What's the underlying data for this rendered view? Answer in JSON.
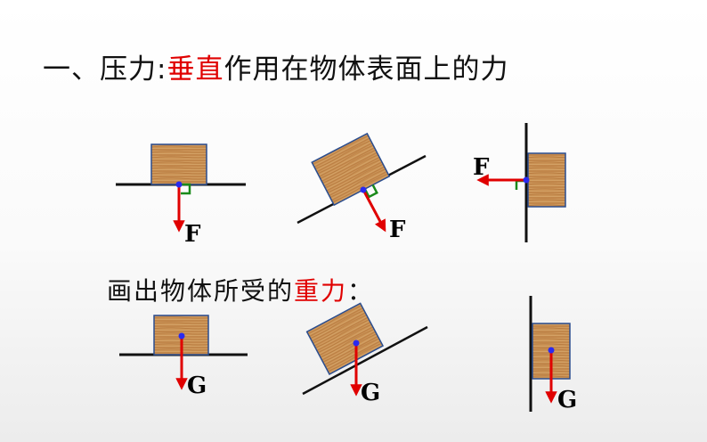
{
  "heading": {
    "prefix": "一、压力:",
    "highlight": "垂直",
    "suffix": "作用在物体表面上的力",
    "highlight_color": "#e00000"
  },
  "subheading": {
    "prefix": "画出物体所受的",
    "highlight": "重力",
    "suffix": "："
  },
  "force_labels": {
    "pressure": "F",
    "gravity": "G"
  },
  "colors": {
    "arrow": "#e00000",
    "center_dot": "#2a2af0",
    "right_angle_mark": "#1a8a1a",
    "block_wood": "#c98e4f"
  }
}
